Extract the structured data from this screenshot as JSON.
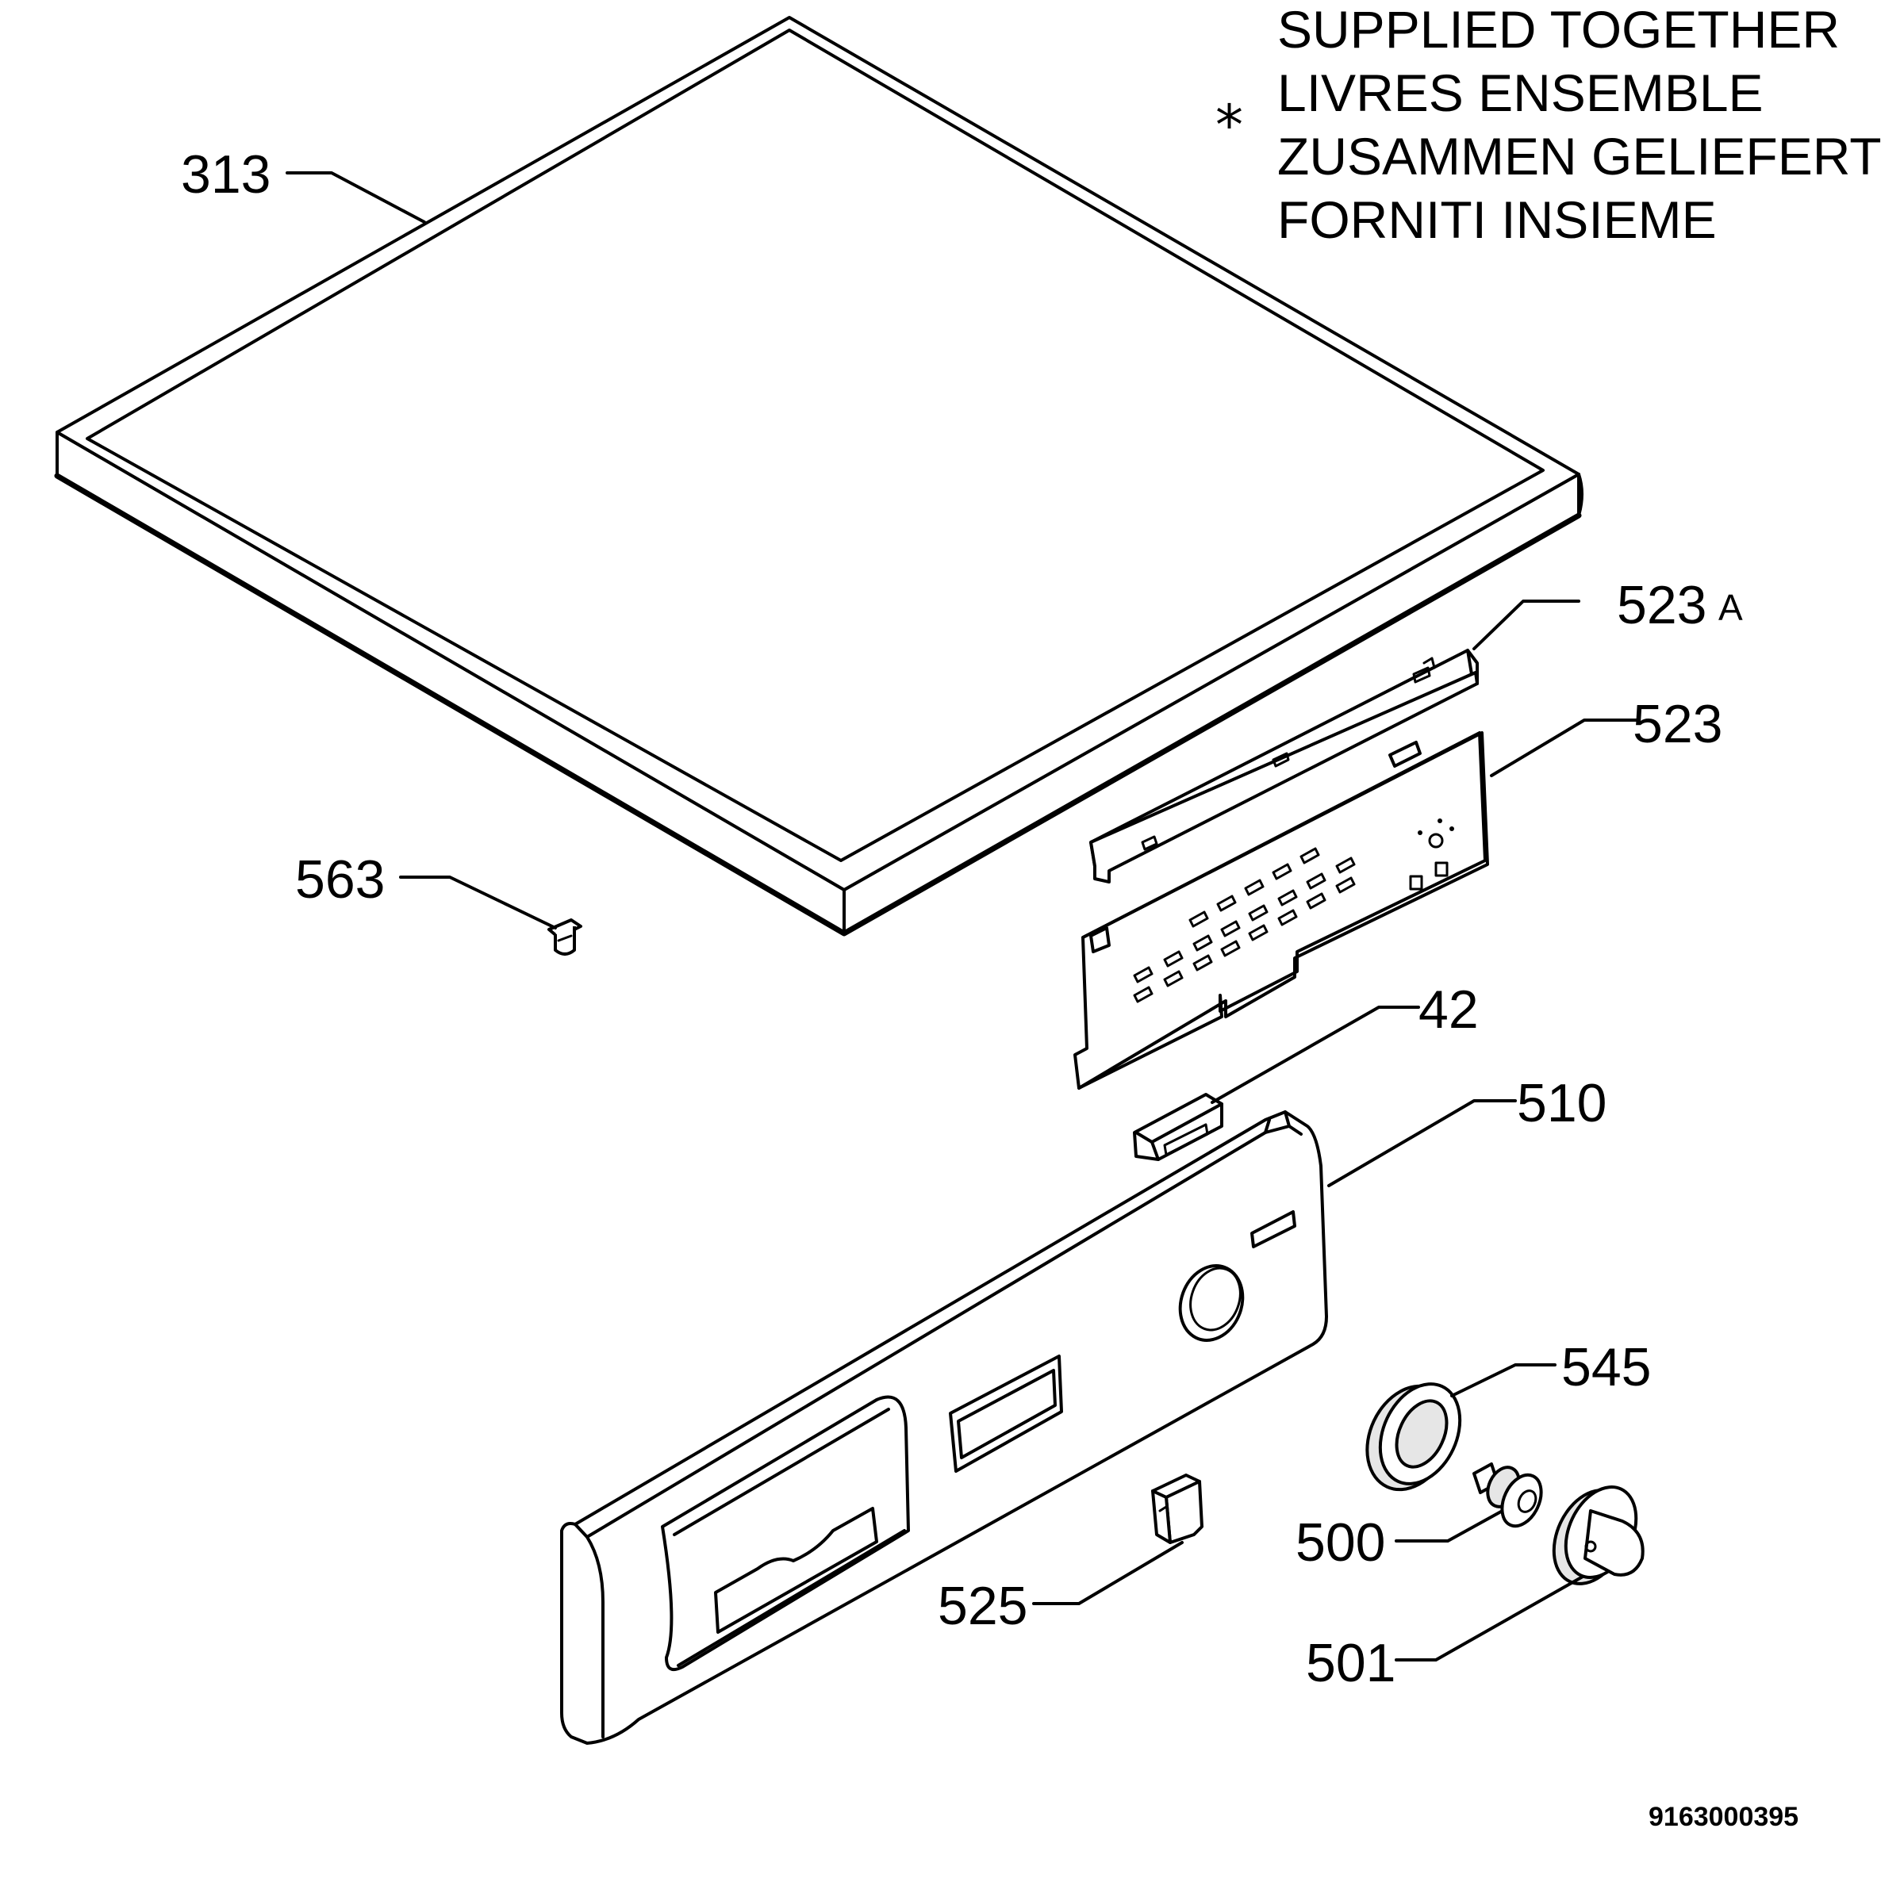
{
  "legend": {
    "marker": "*",
    "lines": [
      "SUPPLIED TOGETHER",
      "LIVRES ENSEMBLE",
      "ZUSAMMEN GELIEFERT",
      "FORNITI INSIEME"
    ]
  },
  "parts": {
    "p313": "313",
    "p523a": "523",
    "p523a_suffix": "A",
    "p523": "523",
    "p563": "563",
    "p42": "42",
    "p510": "510",
    "p545": "545",
    "p500": "500",
    "p525": "525",
    "p501": "501"
  },
  "document_number": "9163000395"
}
